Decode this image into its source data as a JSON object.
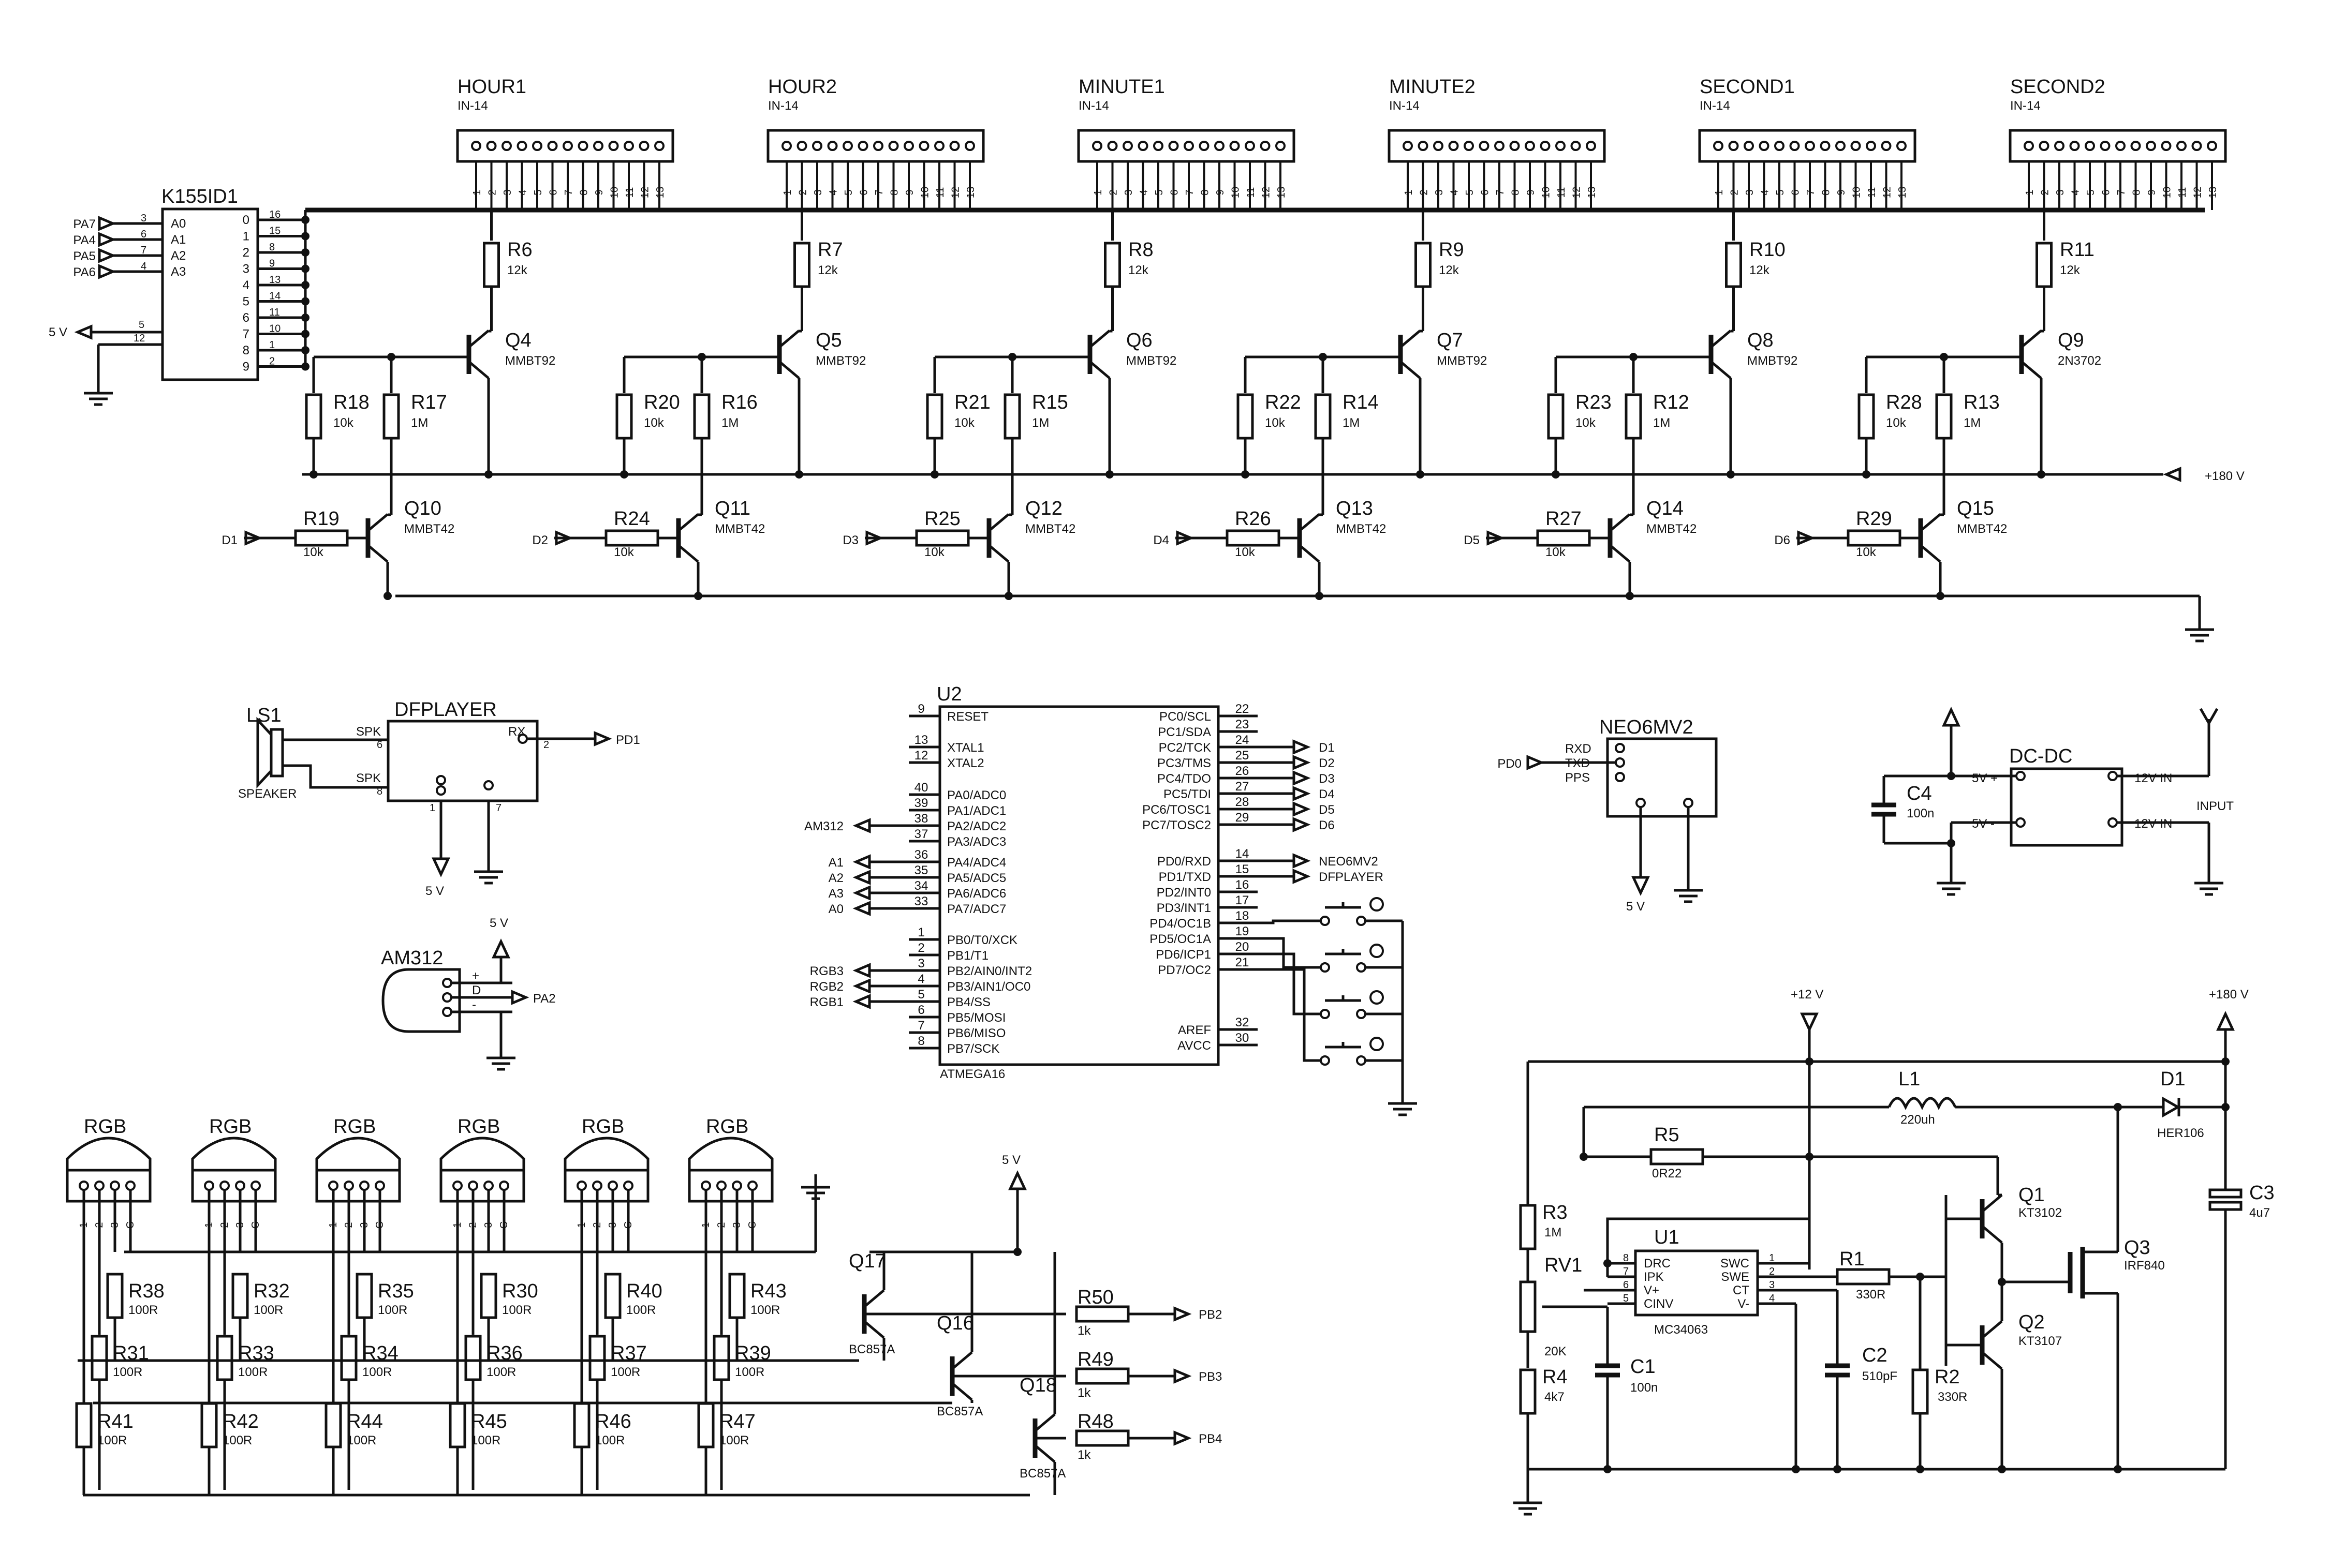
{
  "tubes": [
    {
      "ref": "HOUR1",
      "part": "IN-14",
      "res": "R6",
      "res_val": "12k",
      "tr": "Q4",
      "tr_part": "MMBT92",
      "rb": "R18",
      "rb_val": "10k",
      "re": "R17",
      "re_val": "1M",
      "q2": "Q10",
      "q2_part": "MMBT42",
      "rin": "R19",
      "rin_val": "10k",
      "din": "D1"
    },
    {
      "ref": "HOUR2",
      "part": "IN-14",
      "res": "R7",
      "res_val": "12k",
      "tr": "Q5",
      "tr_part": "MMBT92",
      "rb": "R20",
      "rb_val": "10k",
      "re": "R16",
      "re_val": "1M",
      "q2": "Q11",
      "q2_part": "MMBT42",
      "rin": "R24",
      "rin_val": "10k",
      "din": "D2"
    },
    {
      "ref": "MINUTE1",
      "part": "IN-14",
      "res": "R8",
      "res_val": "12k",
      "tr": "Q6",
      "tr_part": "MMBT92",
      "rb": "R21",
      "rb_val": "10k",
      "re": "R15",
      "re_val": "1M",
      "q2": "Q12",
      "q2_part": "MMBT42",
      "rin": "R25",
      "rin_val": "10k",
      "din": "D3"
    },
    {
      "ref": "MINUTE2",
      "part": "IN-14",
      "res": "R9",
      "res_val": "12k",
      "tr": "Q7",
      "tr_part": "MMBT92",
      "rb": "R22",
      "rb_val": "10k",
      "re": "R14",
      "re_val": "1M",
      "q2": "Q13",
      "q2_part": "MMBT42",
      "rin": "R26",
      "rin_val": "10k",
      "din": "D4"
    },
    {
      "ref": "SECOND1",
      "part": "IN-14",
      "res": "R10",
      "res_val": "12k",
      "tr": "Q8",
      "tr_part": "MMBT92",
      "rb": "R23",
      "rb_val": "10k",
      "re": "R12",
      "re_val": "1M",
      "q2": "Q14",
      "q2_part": "MMBT42",
      "rin": "R27",
      "rin_val": "10k",
      "din": "D5"
    },
    {
      "ref": "SECOND2",
      "part": "IN-14",
      "res": "R11",
      "res_val": "12k",
      "tr": "Q9",
      "tr_part": "2N3702",
      "rb": "R28",
      "rb_val": "10k",
      "re": "R13",
      "re_val": "1M",
      "q2": "Q15",
      "q2_part": "MMBT42",
      "rin": "R29",
      "rin_val": "10k",
      "din": "D6"
    }
  ],
  "tube_pins": [
    "1",
    "2",
    "3",
    "4",
    "5",
    "6",
    "7",
    "8",
    "9",
    "10",
    "11",
    "12",
    "13"
  ],
  "decoder": {
    "ref": "K155ID1",
    "in_labels": [
      "PA7",
      "PA4",
      "PA5",
      "PA6"
    ],
    "in_pins": [
      "3",
      "6",
      "7",
      "4"
    ],
    "in_names": [
      "A0",
      "A1",
      "A2",
      "A3"
    ],
    "out_names": [
      "0",
      "1",
      "2",
      "3",
      "4",
      "5",
      "6",
      "7",
      "8",
      "9"
    ],
    "out_pins": [
      "16",
      "15",
      "8",
      "9",
      "13",
      "14",
      "11",
      "10",
      "1",
      "2"
    ],
    "pwr_pins": [
      "5",
      "12"
    ],
    "pwr_label": "5 V"
  },
  "hv_label": "+180 V",
  "dfplayer": {
    "ref": "DFPLAYER",
    "speaker_ref": "LS1",
    "speaker_name": "SPEAKER",
    "spk_labels": [
      "SPK",
      "SPK"
    ],
    "spk_pins": [
      "6",
      "8"
    ],
    "rx": "RX",
    "rx_pin": "2",
    "rx_net": "PD1",
    "bottom_pins": [
      "1",
      "7"
    ],
    "pwr": "5 V"
  },
  "am312": {
    "ref": "AM312",
    "pins": [
      "+",
      "D",
      "-"
    ],
    "pwr": "5 V",
    "net": "PA2"
  },
  "mcu": {
    "ref": "U2",
    "part": "ATMEGA16",
    "left": [
      {
        "pin": "9",
        "name": "RESET",
        "net": ""
      },
      {
        "pin": "13",
        "name": "XTAL1",
        "net": ""
      },
      {
        "pin": "12",
        "name": "XTAL2",
        "net": ""
      },
      {
        "pin": "40",
        "name": "PA0/ADC0",
        "net": ""
      },
      {
        "pin": "39",
        "name": "PA1/ADC1",
        "net": ""
      },
      {
        "pin": "38",
        "name": "PA2/ADC2",
        "net": "AM312"
      },
      {
        "pin": "37",
        "name": "PA3/ADC3",
        "net": ""
      },
      {
        "pin": "36",
        "name": "PA4/ADC4",
        "net": "A1"
      },
      {
        "pin": "35",
        "name": "PA5/ADC5",
        "net": "A2"
      },
      {
        "pin": "34",
        "name": "PA6/ADC6",
        "net": "A3"
      },
      {
        "pin": "33",
        "name": "PA7/ADC7",
        "net": "A0"
      },
      {
        "pin": "1",
        "name": "PB0/T0/XCK",
        "net": ""
      },
      {
        "pin": "2",
        "name": "PB1/T1",
        "net": ""
      },
      {
        "pin": "3",
        "name": "PB2/AIN0/INT2",
        "net": "RGB3"
      },
      {
        "pin": "4",
        "name": "PB3/AIN1/OC0",
        "net": "RGB2"
      },
      {
        "pin": "5",
        "name": "PB4/SS",
        "net": "RGB1"
      },
      {
        "pin": "6",
        "name": "PB5/MOSI",
        "net": ""
      },
      {
        "pin": "7",
        "name": "PB6/MISO",
        "net": ""
      },
      {
        "pin": "8",
        "name": "PB7/SCK",
        "net": ""
      }
    ],
    "right": [
      {
        "pin": "22",
        "name": "PC0/SCL",
        "net": ""
      },
      {
        "pin": "23",
        "name": "PC1/SDA",
        "net": ""
      },
      {
        "pin": "24",
        "name": "PC2/TCK",
        "net": "D1"
      },
      {
        "pin": "25",
        "name": "PC3/TMS",
        "net": "D2"
      },
      {
        "pin": "26",
        "name": "PC4/TDO",
        "net": "D3"
      },
      {
        "pin": "27",
        "name": "PC5/TDI",
        "net": "D4"
      },
      {
        "pin": "28",
        "name": "PC6/TOSC1",
        "net": "D5"
      },
      {
        "pin": "29",
        "name": "PC7/TOSC2",
        "net": "D6"
      },
      {
        "pin": "14",
        "name": "PD0/RXD",
        "net": "NEO6MV2"
      },
      {
        "pin": "15",
        "name": "PD1/TXD",
        "net": "DFPLAYER"
      },
      {
        "pin": "16",
        "name": "PD2/INT0",
        "net": ""
      },
      {
        "pin": "17",
        "name": "PD3/INT1",
        "net": ""
      },
      {
        "pin": "18",
        "name": "PD4/OC1B",
        "net": ""
      },
      {
        "pin": "19",
        "name": "PD5/OC1A",
        "net": ""
      },
      {
        "pin": "20",
        "name": "PD6/ICP1",
        "net": ""
      },
      {
        "pin": "21",
        "name": "PD7/OC2",
        "net": ""
      },
      {
        "pin": "32",
        "name": "AREF",
        "net": ""
      },
      {
        "pin": "30",
        "name": "AVCC",
        "net": ""
      }
    ]
  },
  "neo": {
    "ref": "NEO6MV2",
    "pins": [
      "RXD",
      "TXD",
      "PPS"
    ],
    "net": "PD0",
    "pwr": "5 V"
  },
  "dcdc": {
    "ref": "DC-DC",
    "cap": "C4",
    "cap_val": "100n",
    "l_pins": [
      "5V +",
      "5V -"
    ],
    "r_pins": [
      "12V  IN",
      "12V  IN"
    ],
    "input": "INPUT"
  },
  "hv": {
    "v12": "+12 V",
    "v180": "+180 V",
    "L1": "L1",
    "L1_val": "220uh",
    "D1": "D1",
    "D1_val": "HER106",
    "R5": "R5",
    "R5_val": "0R22",
    "R3": "R3",
    "R3_val": "1M",
    "RV1": "RV1",
    "RV1_val": "20K",
    "R4": "R4",
    "R4_val": "4k7",
    "C1": "C1",
    "C1_val": "100n",
    "U1": "U1",
    "U1_part": "MC34063",
    "u1_left": [
      {
        "pin": "8",
        "name": "DRC"
      },
      {
        "pin": "7",
        "name": "IPK"
      },
      {
        "pin": "6",
        "name": "V+"
      },
      {
        "pin": "5",
        "name": "CINV"
      }
    ],
    "u1_right": [
      {
        "pin": "1",
        "name": "SWC"
      },
      {
        "pin": "2",
        "name": "SWE"
      },
      {
        "pin": "3",
        "name": "CT"
      },
      {
        "pin": "4",
        "name": "V-"
      }
    ],
    "R1": "R1",
    "R1_val": "330R",
    "C2": "C2",
    "C2_val": "510pF",
    "R2": "R2",
    "R2_val": "330R",
    "Q1": "Q1",
    "Q1_part": "KT3102",
    "Q2": "Q2",
    "Q2_part": "KT3107",
    "Q3": "Q3",
    "Q3_part": "IRF840",
    "C3": "C3",
    "C3_val": "4u7"
  },
  "rgb": {
    "label": "RGB",
    "pins": [
      "1",
      "2",
      "3",
      "C"
    ],
    "cols": [
      {
        "ra": "R38",
        "rb": "R31",
        "rc": "R41"
      },
      {
        "ra": "R32",
        "rb": "R33",
        "rc": "R42"
      },
      {
        "ra": "R35",
        "rb": "R34",
        "rc": "R44"
      },
      {
        "ra": "R30",
        "rb": "R36",
        "rc": "R45"
      },
      {
        "ra": "R40",
        "rb": "R37",
        "rc": "R46"
      },
      {
        "ra": "R43",
        "rb": "R39",
        "rc": "R47"
      }
    ],
    "res_val": "100R",
    "drivers": [
      {
        "q": "Q17",
        "part": "BC857A",
        "r": "R50",
        "r_val": "1k",
        "net": "PB2"
      },
      {
        "q": "Q16",
        "part": "BC857A",
        "r": "R49",
        "r_val": "1k",
        "net": "PB3"
      },
      {
        "q": "Q18",
        "part": "BC857A",
        "r": "R48",
        "r_val": "1k",
        "net": "PB4"
      }
    ],
    "pwr": "5 V"
  }
}
